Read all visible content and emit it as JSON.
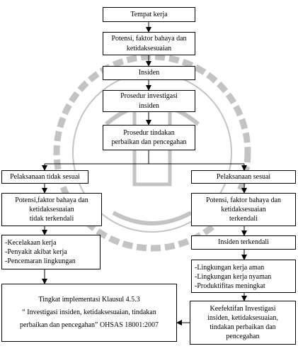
{
  "flowchart": {
    "nodes": {
      "tempat_kerja": [
        "Tempat kerja"
      ],
      "potensi_bahaya": [
        "Potensi, faktor bahaya dan",
        "ketidaksesuaian"
      ],
      "insiden": [
        "Insiden"
      ],
      "prosedur_investigasi": [
        "Prosedur investigasi",
        "insiden"
      ],
      "prosedur_tindakan": [
        "Prosedur tindakan",
        "perbaikan dan pencegahan"
      ],
      "pelaksanaan_tidak_sesuai": [
        "Pelaksanaan tidak sesuai"
      ],
      "pelaksanaan_sesuai": [
        "Pelaksanaan sesuai"
      ],
      "potensi_tidak_terkendali": [
        "Potensi,faktor bahaya dan",
        "ketidaksesuaian",
        "tidak terkendali"
      ],
      "potensi_terkendali": [
        "Potensi, faktor bahaya dan",
        "ketidaksesuaian",
        "terkendali"
      ],
      "dampak_negatif": [
        "-Kecelakaan kerja",
        "-Penyakit akibat kerja",
        "-Pencemaran lingkungan"
      ],
      "insiden_terkendali": [
        "Insiden terkendali"
      ],
      "dampak_positif": [
        "-Lingkungan kerja aman",
        "-Lingkungan kerja nyaman",
        "-Produktifitas meningkat"
      ],
      "tingkat_implementasi": [
        "Tingkat implementasi Klausul 4.5.3",
        "“ Investigasi insiden, ketidaksesuaian, tindakan",
        "perbaikan dan pencegahan” OHSAS 18001:2007"
      ],
      "keefektifan": [
        "Keefektifan Investigasi",
        "insiden, ketidaksesuaian,",
        "tindakan perbaikan dan",
        "pencegahan"
      ]
    }
  }
}
